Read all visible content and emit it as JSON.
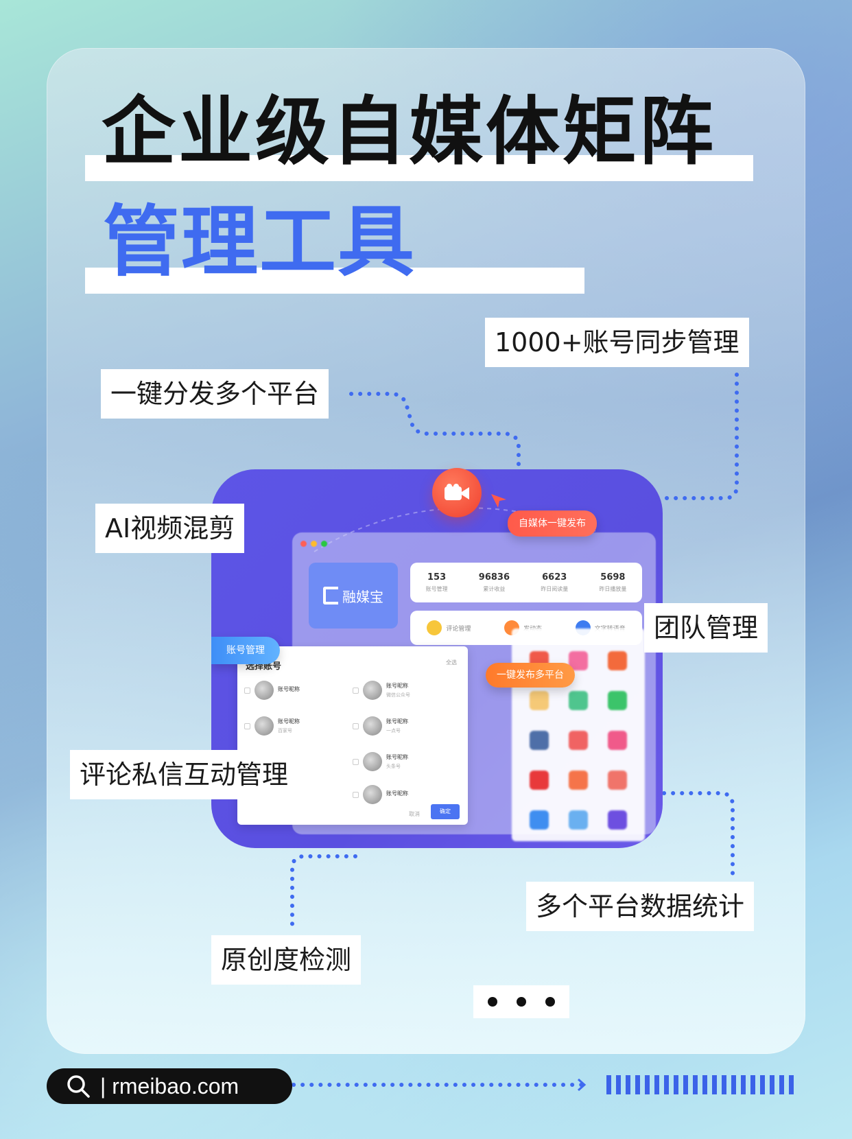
{
  "header": {
    "title_line1": "企业级自媒体矩阵",
    "title_line2": "管理工具"
  },
  "features": {
    "sync_accounts": "1000+账号同步管理",
    "one_click_distribute": "一键分发多个平台",
    "ai_video": "AI视频混剪",
    "team_management": "团队管理",
    "comment_dm": "评论私信互动管理",
    "multi_platform_stats": "多个平台数据统计",
    "originality_check": "原创度检测"
  },
  "app_preview": {
    "publish_badge": "自媒体一键发布",
    "brand": "融媒宝",
    "stats": [
      {
        "value": "153",
        "label": "账号管理"
      },
      {
        "value": "96836",
        "label": "累计收益"
      },
      {
        "value": "6623",
        "label": "昨日阅读量"
      },
      {
        "value": "5698",
        "label": "昨日播放量"
      }
    ],
    "quick_actions": [
      {
        "label": "评论管理"
      },
      {
        "label": "发动态"
      },
      {
        "label": "文字转语音"
      }
    ],
    "account_tab": "账号管理",
    "multi_publish": "一键发布多平台",
    "select_panel": {
      "title": "选择账号",
      "select_all": "全选",
      "accounts": [
        {
          "name": "账号昵称",
          "sub": ""
        },
        {
          "name": "账号昵称",
          "sub": "微信公众号"
        },
        {
          "name": "账号昵称",
          "sub": "百家号"
        },
        {
          "name": "账号昵称",
          "sub": "一点号"
        },
        {
          "name": "账号昵称",
          "sub": "头条号"
        },
        {
          "name": "账号昵称",
          "sub": ""
        }
      ],
      "cancel": "取消",
      "confirm": "确定"
    }
  },
  "footer": {
    "site": "| rmeibao.com"
  },
  "colors": {
    "accent_blue": "#3f6bf0",
    "app_purple": "#5d55e6",
    "badge_red": "#ff5a4a",
    "badge_orange": "#ff7a2b"
  },
  "icons": {
    "camera": "video-camera-icon",
    "search": "search-icon",
    "more": "ellipsis-icon"
  }
}
